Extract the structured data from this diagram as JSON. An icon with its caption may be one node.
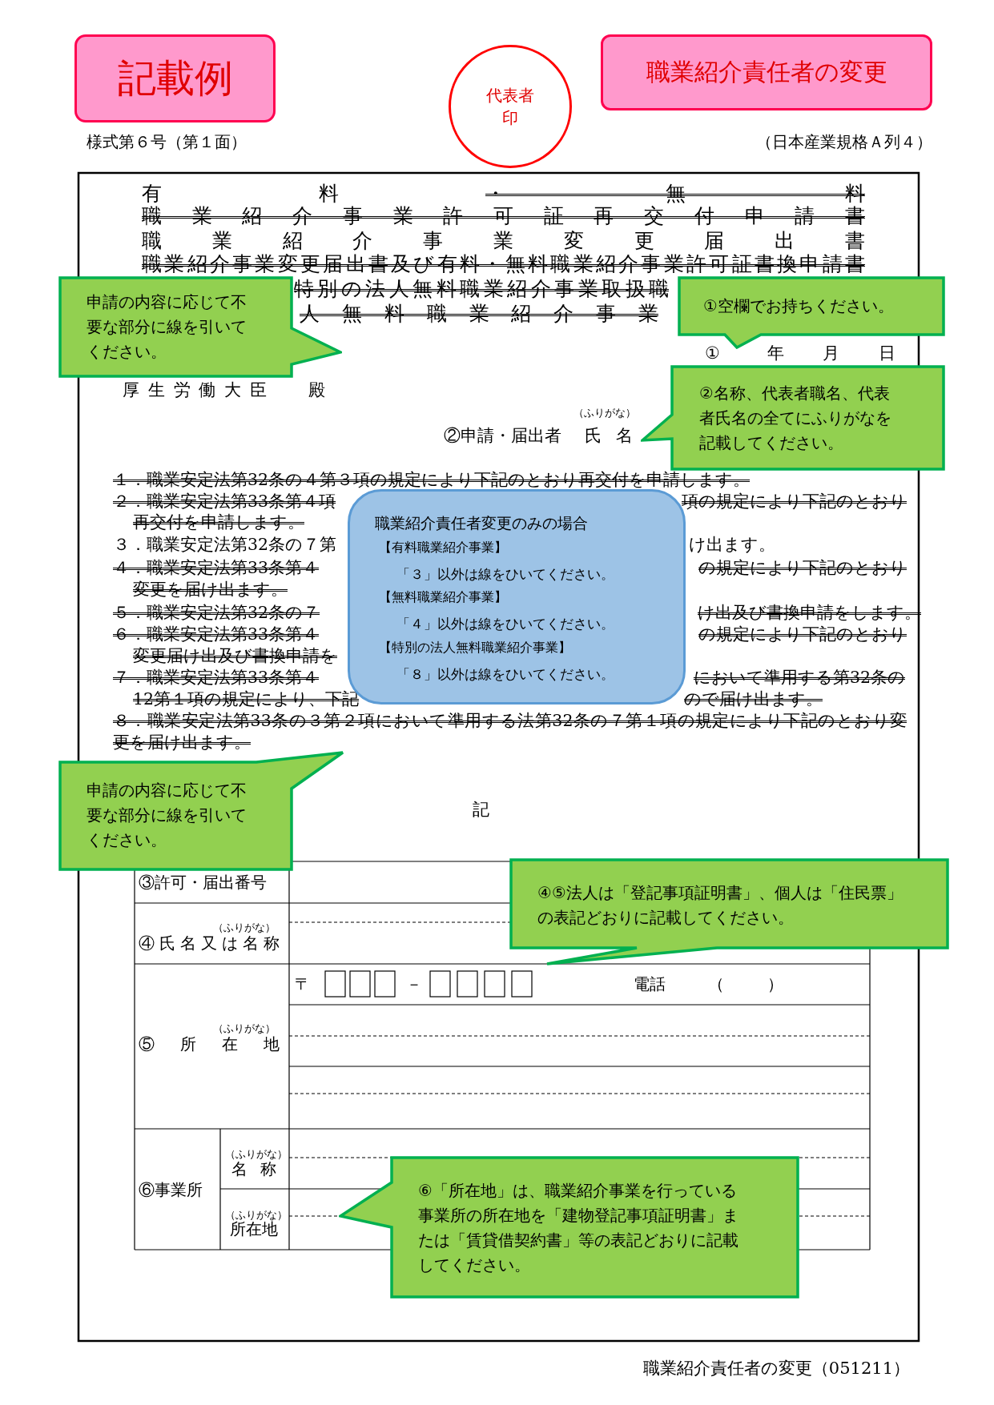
{
  "diagram": {
    "nodes": [
      {
        "text": [
          "記載例"
        ]
      },
      {
        "text": [
          "代表者印"
        ]
      },
      {
        "text": [
          "職業紹介責任者の変更"
        ]
      },
      {
        "text": [
          "申請の内容に応じて不要な部分に線を引いてください。"
        ]
      },
      {
        "text": [
          "①空欄でお持ちください。"
        ]
      },
      {
        "text": [
          "②名称、代表者職名、代表者氏名の全てにふりがなを記載してください。"
        ]
      },
      {
        "text": [
          "職業紹介責任者変更のみの場合",
          "【有料職業紹介事業】",
          "「３」以外は線をひいてください。",
          "【無料職業紹介事業】",
          "「４」以外は線をひいてください。",
          "【特別の法人無料職業紹介事業】",
          "「８」以外は線をひいてください。"
        ]
      },
      {
        "text": [
          "申請の内容に応じて不要な部分に線を引いてください。"
        ]
      },
      {
        "text": [
          "④⑤法人は「登記事項証明書」、個人は「住民票」の表記どおりに記載してください。"
        ]
      },
      {
        "text": [
          "⑥「所在地」は、職業紹介事業を行っている事業所の所在地を「建物登記事項証明書」または「賃貸借契約書」等の表記どおりに記載してください。"
        ]
      }
    ],
    "labels": [
      "様式第６号（第１面）",
      "（日本産業規格Ａ列４）",
      "有料",
      "・無料",
      "職業紹介事業許可証再交付申請書",
      "職業紹介事業変更届出書",
      "職業紹介事業変更届出書及び有料・無料職業紹介事業許可証書換申請書",
      "特別の法人無料職業紹介事業取扱職",
      "人無料職業紹介事業",
      "①",
      "年",
      "月",
      "日",
      "厚生労働大臣",
      "殿",
      "（ふりがな）",
      "②申請・届出者",
      "氏名",
      "１．職業安定法第32条の４第３項の規定により下記のとおり再交付を申請します。",
      "２．職業安定法第33条第４項",
      "項の規定により下記のとおり",
      "再交付を申請します。",
      "３．職業安定法第32条の７第",
      "け出ます。",
      "４．職業安定法第33条第４",
      "の規定により下記のとおり",
      "変更を届け出ます。",
      "５．職業安定法第32条の７",
      "け出及び書換申請をします。",
      "６．職業安定法第33条第４",
      "の規定により下記のとおり",
      "変更届け出及び書換申請を",
      "７．職業安定法第33条第４",
      "において準用する第32条の",
      "12第１項の規定により、下記",
      "ので届け出ます。",
      "８．職業安定法第33条の３第２項において準用する法第32条の７第１項の規定により下記のとおり変更を届け出ます。",
      "記",
      "③許可・届出番号",
      "（ふりがな）",
      "④氏名又は名称",
      "〒",
      "－",
      "電話",
      "（",
      "）",
      "（ふりがな）",
      "⑤所在地",
      "⑥事業所",
      "（ふりがな）",
      "名称",
      "（ふりがな）",
      "所在地",
      "職業紹介責任者の変更（051211）"
    ]
  }
}
